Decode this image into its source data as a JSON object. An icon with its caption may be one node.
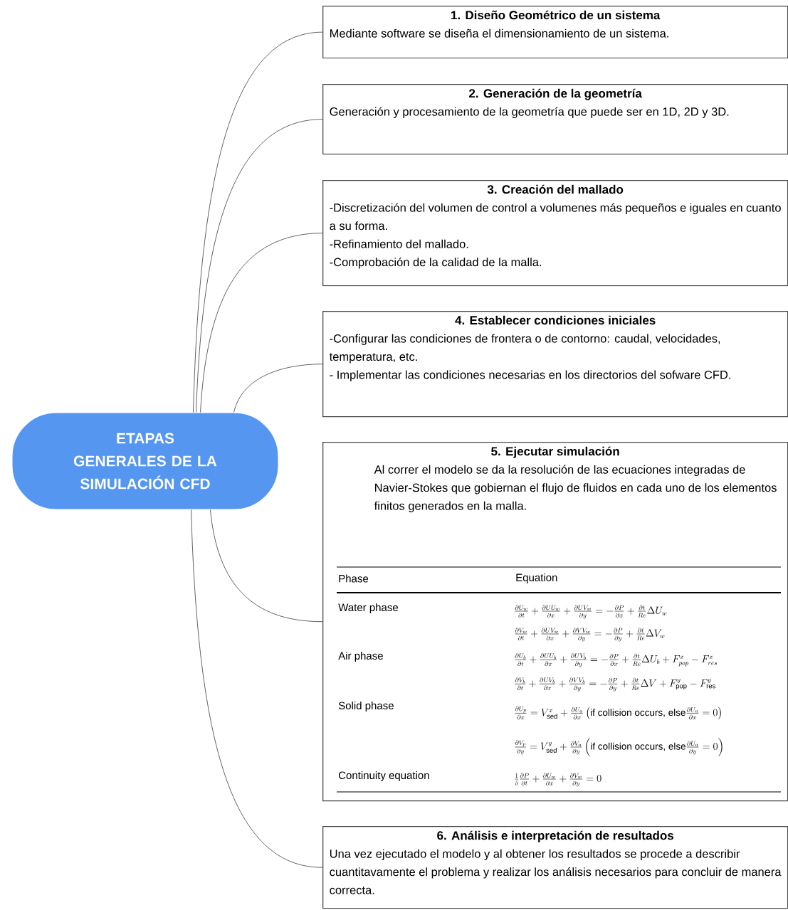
{
  "diagram": {
    "nodes": [
      {
        "text": [
          "ETAPAS GENERALES DE LA SIMULACIÓN CFD"
        ]
      },
      {
        "text": [
          "1. Diseño Geométrico de un sistema",
          "Mediante software se diseña el dimensionamiento de un sistema."
        ]
      },
      {
        "text": [
          "2. Generación de la geometría",
          "Generación y procesamiento de la geometría que puede ser en 1D, 2D y 3D."
        ]
      },
      {
        "text": [
          "3. Creación del mallado",
          "-Discretización del volumen de control a volumenes más pequeños e iguales en cuanto a su forma.",
          "-Refinamiento del mallado.",
          "-Comprobación de la calidad de la  malla."
        ]
      },
      {
        "text": [
          "4. Establecer condiciones iniciales",
          "-Configurar las condiciones de frontera o de contorno: caudal, velocidades, temperatura, etc.",
          "- Implementar las condiciones necesarias en los directorios del sofware CFD."
        ]
      },
      {
        "text": [
          "5. Ejecutar simulación",
          "Al correr el modelo se da la resolución de las ecuaciones integradas de Navier-Stokes que gobiernan el flujo de fluidos en cada uno de los elementos finitos generados en la malla."
        ]
      },
      {
        "text": [
          "6. Análisis e interpretación de resultados",
          "Una vez ejecutado el modelo y al obtener los resultados se procede a describir cuantitavamente el problema y realizar los análisis necesarios para concluir de manera correcta."
        ]
      }
    ],
    "edges": [
      {
        "from": 0,
        "to": 1,
        "arrow": "none"
      },
      {
        "from": 0,
        "to": 2,
        "arrow": "none"
      },
      {
        "from": 0,
        "to": 3,
        "arrow": "none"
      },
      {
        "from": 0,
        "to": 4,
        "arrow": "none"
      },
      {
        "from": 0,
        "to": 5,
        "arrow": "none"
      },
      {
        "from": 0,
        "to": 6,
        "arrow": "none"
      }
    ],
    "labels": [
      "Phase",
      "Equation",
      "Water phase",
      "\\frac{\\partial U_w}{\\partial t}+\\frac{\\partial UU_w}{\\partial x}+\\frac{\\partial UV_w}{\\partial y}=-\\frac{\\partial P}{\\partial x}+\\frac{\\partial t}{Re}\\Delta U_w",
      "\\frac{\\partial V_w}{\\partial t}+\\frac{\\partial UV_w}{\\partial x}+\\frac{\\partial VV_w}{\\partial y}=-\\frac{\\partial P}{\\partial y}+\\frac{\\partial t}{Re}\\Delta V_w",
      "Air phase",
      "\\frac{\\partial U_b}{\\partial t}+\\frac{\\partial UU_b}{\\partial x}+\\frac{\\partial UV_b}{\\partial y}=-\\frac{\\partial P}{\\partial x}+\\frac{\\partial t}{Re}\\Delta U_b+F^x_{pop}-F^x_{res}",
      "\\frac{\\partial V_b}{\\partial t}+\\frac{\\partial UV_b}{\\partial x}+\\frac{\\partial VV_b}{\\partial y}=-\\frac{\\partial P}{\\partial y}+\\frac{\\partial t}{Re}\\Delta V+F^y_{\\mathrm{pop}}-F^y_{\\mathrm{res}}",
      "Solid phase",
      "\\frac{\\partial U_p}{\\partial x}=V^x_{\\mathrm{sed}}+\\frac{\\partial U_a}{\\partial x}\\left(\\text{if collision occurs, else}\\frac{\\partial U_a}{\\partial x}=0\\right)",
      "\\frac{\\partial V_p}{\\partial y}=V^y_{\\mathrm{sed}}+\\frac{\\partial V_a}{\\partial y}\\left(\\text{if collision occurs, else}\\frac{\\partial U_a}{\\partial y}=0\\right)",
      "Continuity equation",
      "\\frac{1}{\\delta}\\frac{\\partial P}{\\partial t}+\\frac{\\partial U_w}{\\partial x}+\\frac{\\partial V_w}{\\partial y}=0"
    ]
  }
}
